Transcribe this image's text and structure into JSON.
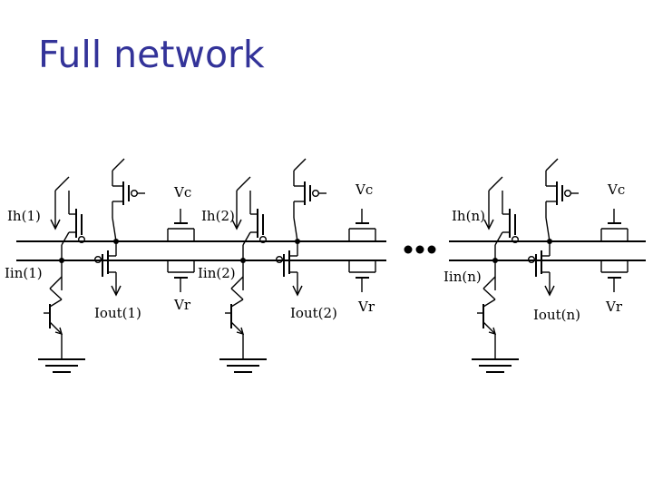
{
  "title": "Full network",
  "stages": [
    {
      "ih": "Ih(1)",
      "iin": "Iin(1)",
      "iout": "Iout(1)"
    },
    {
      "ih": "Ih(2)",
      "iin": "Iin(2)",
      "iout": "Iout(2)"
    },
    {
      "ih": "Ih(n)",
      "iin": "Iin(n)",
      "iout": "Iout(n)"
    }
  ],
  "bias_labels": {
    "vc": "Vc",
    "vr": "Vr"
  },
  "colors": {
    "title": "#333399",
    "wire": "#000000"
  }
}
